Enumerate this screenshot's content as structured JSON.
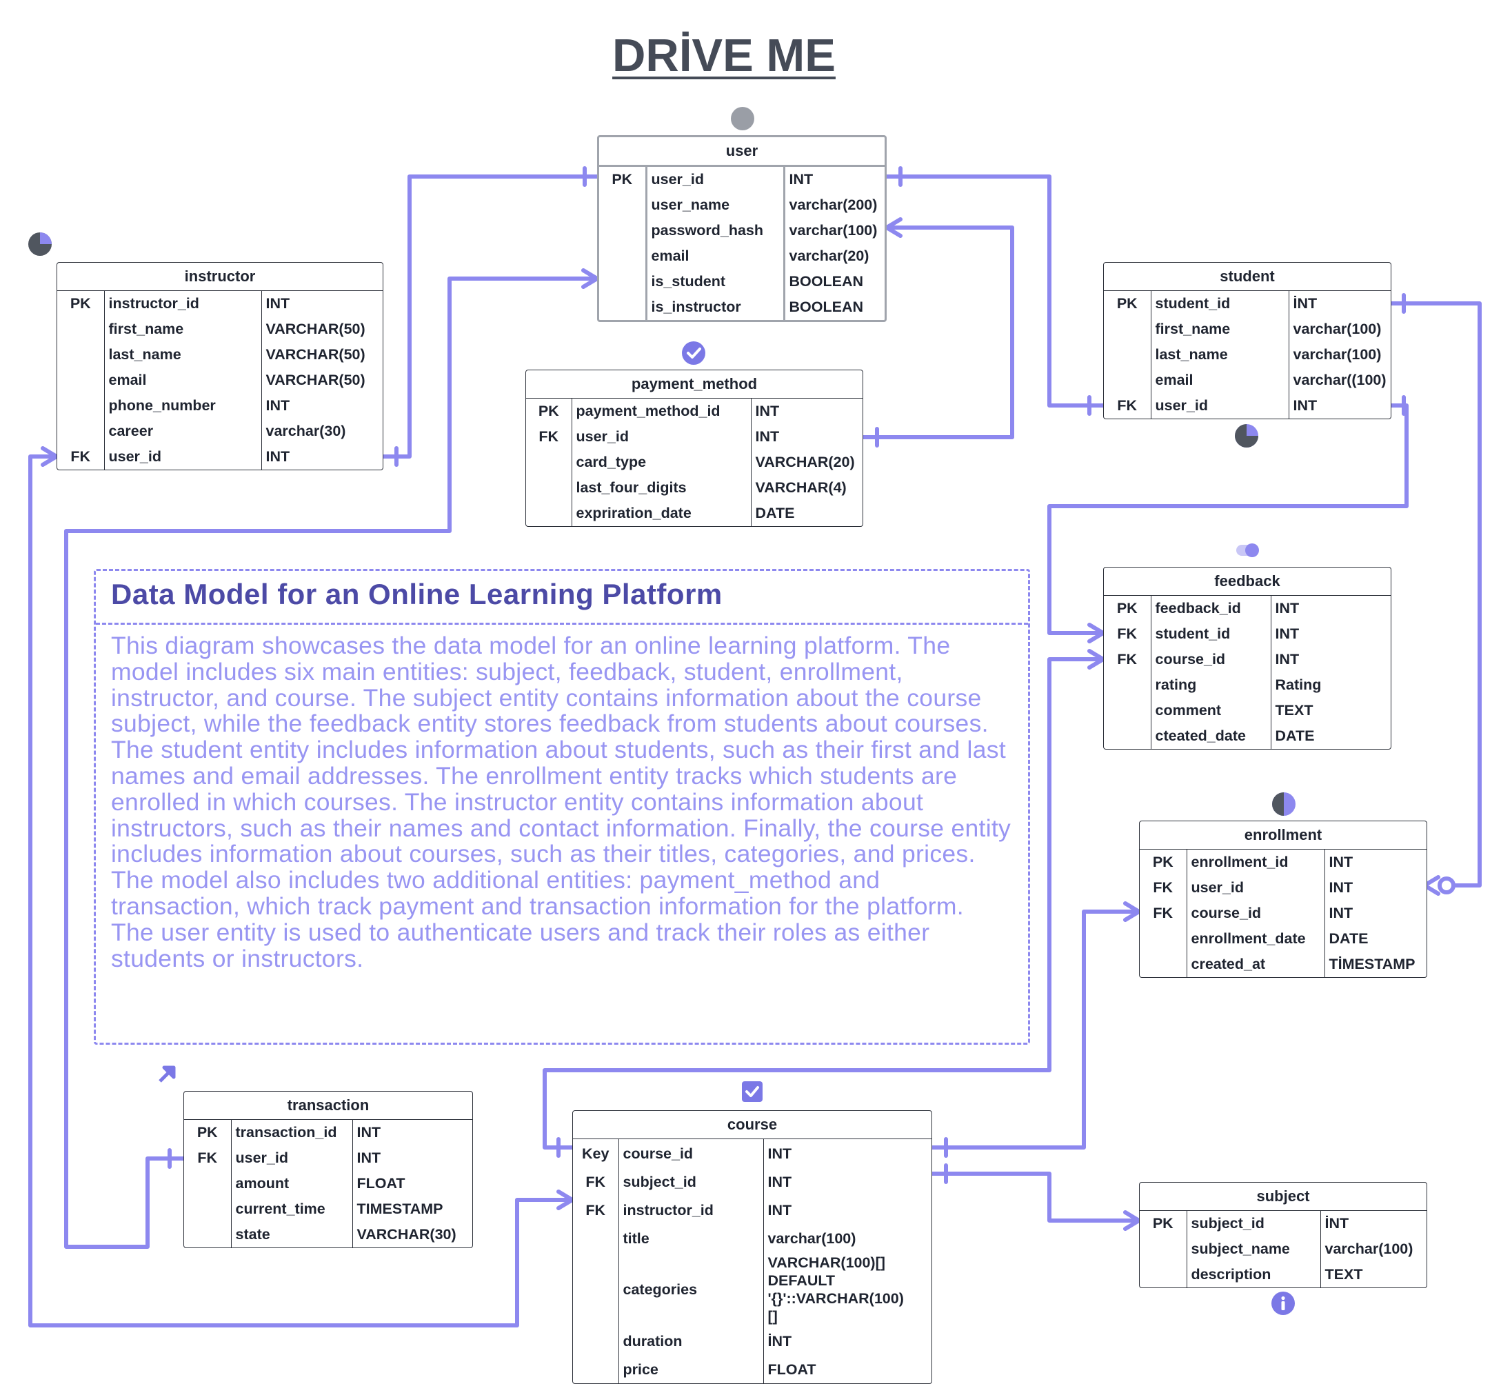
{
  "title": "DRİVE ME",
  "note": {
    "heading": "Data Model for an Online Learning Platform",
    "body": "This diagram showcases the data model for an online learning platform. The model includes six main entities: subject, feedback, student, enrollment, instructor, and course. The subject entity contains information about the course subject, while the feedback entity stores feedback from students about courses. The student entity includes information about students, such as their first and last names and email addresses. The enrollment entity tracks which students are enrolled in which courses. The instructor entity contains information about instructors, such as their names and contact information. Finally, the course entity includes information about courses, such as their titles, categories, and prices. The model also includes two additional entities: payment_method and transaction, which track payment and transaction information for the platform. The user entity is used to authenticate users and track their roles as either students or instructors."
  },
  "entities": {
    "user": {
      "name": "user",
      "rows": [
        {
          "key": "PK",
          "col": "user_id",
          "type": "INT"
        },
        {
          "key": "",
          "col": "user_name",
          "type": "varchar(200)"
        },
        {
          "key": "",
          "col": "password_hash",
          "type": "varchar(100)"
        },
        {
          "key": "",
          "col": "email",
          "type": "varchar(20)"
        },
        {
          "key": "",
          "col": "is_student",
          "type": "BOOLEAN"
        },
        {
          "key": "",
          "col": "is_instructor",
          "type": "BOOLEAN"
        }
      ]
    },
    "instructor": {
      "name": "instructor",
      "rows": [
        {
          "key": "PK",
          "col": "instructor_id",
          "type": "INT"
        },
        {
          "key": "",
          "col": "first_name",
          "type": "VARCHAR(50)"
        },
        {
          "key": "",
          "col": "last_name",
          "type": "VARCHAR(50)"
        },
        {
          "key": "",
          "col": "email",
          "type": "VARCHAR(50)"
        },
        {
          "key": "",
          "col": "phone_number",
          "type": "INT"
        },
        {
          "key": "",
          "col": "career",
          "type": "varchar(30)"
        },
        {
          "key": "FK",
          "col": "user_id",
          "type": "INT"
        }
      ]
    },
    "student": {
      "name": "student",
      "rows": [
        {
          "key": "PK",
          "col": "student_id",
          "type": "İNT"
        },
        {
          "key": "",
          "col": "first_name",
          "type": "varchar(100)"
        },
        {
          "key": "",
          "col": "last_name",
          "type": "varchar(100)"
        },
        {
          "key": "",
          "col": "email",
          "type": "varchar((100)"
        },
        {
          "key": "FK",
          "col": "user_id",
          "type": "INT"
        }
      ]
    },
    "payment_method": {
      "name": "payment_method",
      "rows": [
        {
          "key": "PK",
          "col": "payment_method_id",
          "type": "INT"
        },
        {
          "key": "FK",
          "col": "user_id",
          "type": "INT"
        },
        {
          "key": "",
          "col": "card_type",
          "type": "VARCHAR(20)"
        },
        {
          "key": "",
          "col": "last_four_digits",
          "type": "VARCHAR(4)"
        },
        {
          "key": "",
          "col": "expriration_date",
          "type": "DATE"
        }
      ]
    },
    "feedback": {
      "name": "feedback",
      "rows": [
        {
          "key": "PK",
          "col": "feedback_id",
          "type": "INT"
        },
        {
          "key": "FK",
          "col": "student_id",
          "type": "INT"
        },
        {
          "key": "FK",
          "col": "course_id",
          "type": "INT"
        },
        {
          "key": "",
          "col": "rating",
          "type": "Rating"
        },
        {
          "key": "",
          "col": "comment",
          "type": "TEXT"
        },
        {
          "key": "",
          "col": "cteated_date",
          "type": "DATE"
        }
      ]
    },
    "enrollment": {
      "name": "enrollment",
      "rows": [
        {
          "key": "PK",
          "col": "enrollment_id",
          "type": "INT"
        },
        {
          "key": "FK",
          "col": "user_id",
          "type": "INT"
        },
        {
          "key": "FK",
          "col": "course_id",
          "type": "INT"
        },
        {
          "key": "",
          "col": "enrollment_date",
          "type": "DATE"
        },
        {
          "key": "",
          "col": "created_at",
          "type": "TİMESTAMP"
        }
      ]
    },
    "transaction": {
      "name": "transaction",
      "rows": [
        {
          "key": "PK",
          "col": "transaction_id",
          "type": "INT"
        },
        {
          "key": "FK",
          "col": "user_id",
          "type": "INT"
        },
        {
          "key": "",
          "col": "amount",
          "type": "FLOAT"
        },
        {
          "key": "",
          "col": "current_time",
          "type": "TIMESTAMP"
        },
        {
          "key": "",
          "col": "state",
          "type": "VARCHAR(30)"
        }
      ]
    },
    "course": {
      "name": "course",
      "rows": [
        {
          "key": "Key",
          "col": "course_id",
          "type": "INT"
        },
        {
          "key": "FK",
          "col": "subject_id",
          "type": "INT"
        },
        {
          "key": "FK",
          "col": "instructor_id",
          "type": "INT"
        },
        {
          "key": "",
          "col": "title",
          "type": "varchar(100)"
        },
        {
          "key": "",
          "col": "categories",
          "type": "VARCHAR(100)[] DEFAULT '{}'::VARCHAR(100)[]"
        },
        {
          "key": "",
          "col": "duration",
          "type": "İNT"
        },
        {
          "key": "",
          "col": "price",
          "type": "FLOAT"
        }
      ]
    },
    "subject": {
      "name": "subject",
      "rows": [
        {
          "key": "PK",
          "col": "subject_id",
          "type": "İNT"
        },
        {
          "key": "",
          "col": "subject_name",
          "type": "varchar(100)"
        },
        {
          "key": "",
          "col": "description",
          "type": "TEXT"
        }
      ]
    }
  },
  "colors": {
    "connector": "#8d88ef",
    "accent": "#7b78e6",
    "border": "#2b2f38",
    "icon_dark": "#50565f"
  },
  "icons": [
    "user-icon",
    "pie-quarter-icon",
    "pie-three-quarter-icon",
    "check-circle-icon",
    "toggle-icon",
    "half-circle-icon",
    "arrow-up-right-icon",
    "checkbox-icon",
    "info-icon"
  ]
}
